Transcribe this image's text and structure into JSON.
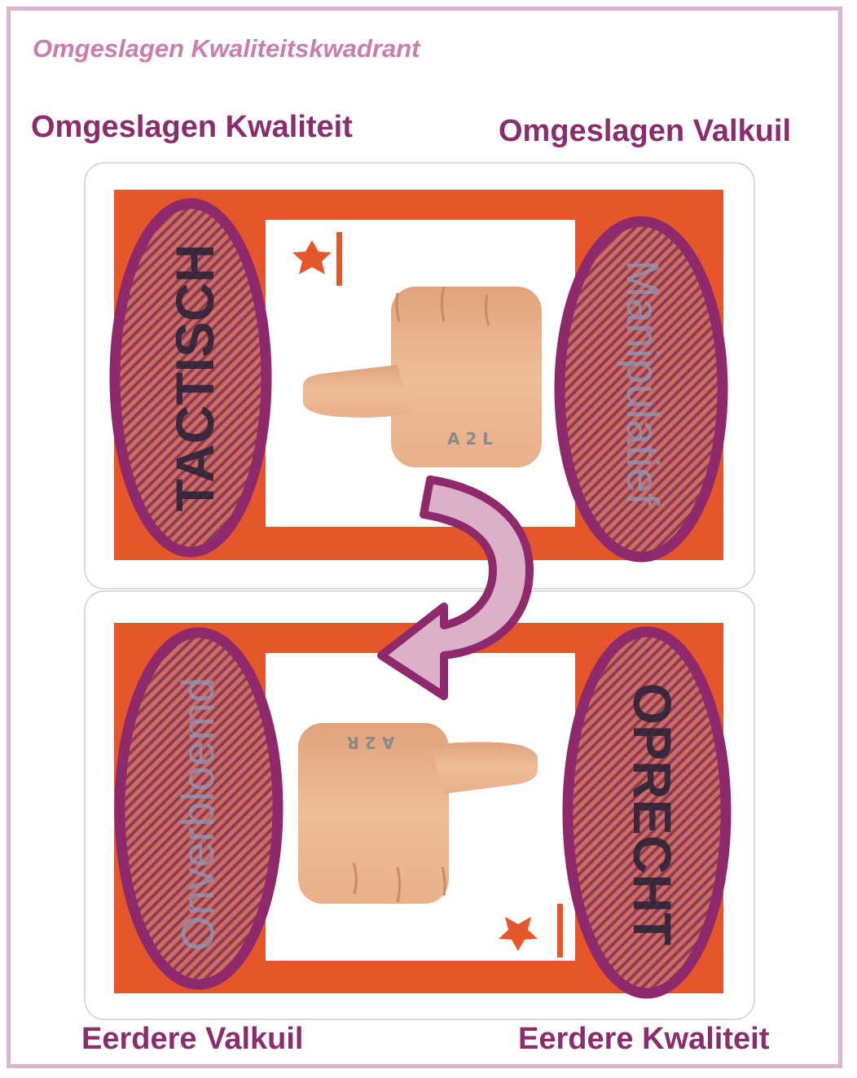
{
  "title": "Omgeslagen Kwaliteitskwadrant",
  "labels": {
    "top_left": "Omgeslagen Kwaliteit",
    "top_right": "Omgeslagen Valkuil",
    "bottom_left": "Eerdere Valkuil",
    "bottom_right": "Eerdere Kwaliteit"
  },
  "top_card": {
    "left_word": "TACTISCH",
    "right_word": "Manipulatief",
    "code": "A 2 L"
  },
  "bottom_card": {
    "left_word": "Onverbloemd",
    "right_word": "OPRECHT",
    "code": "A 2 R"
  },
  "colors": {
    "frame": "#d9b6cf",
    "title": "#c87fb0",
    "label": "#8b2c6c",
    "card_orange": "#e5572b",
    "ellipse_stroke": "#8e2a6b",
    "arrow_fill": "#dcb0c9",
    "skin": "#eab48e"
  }
}
